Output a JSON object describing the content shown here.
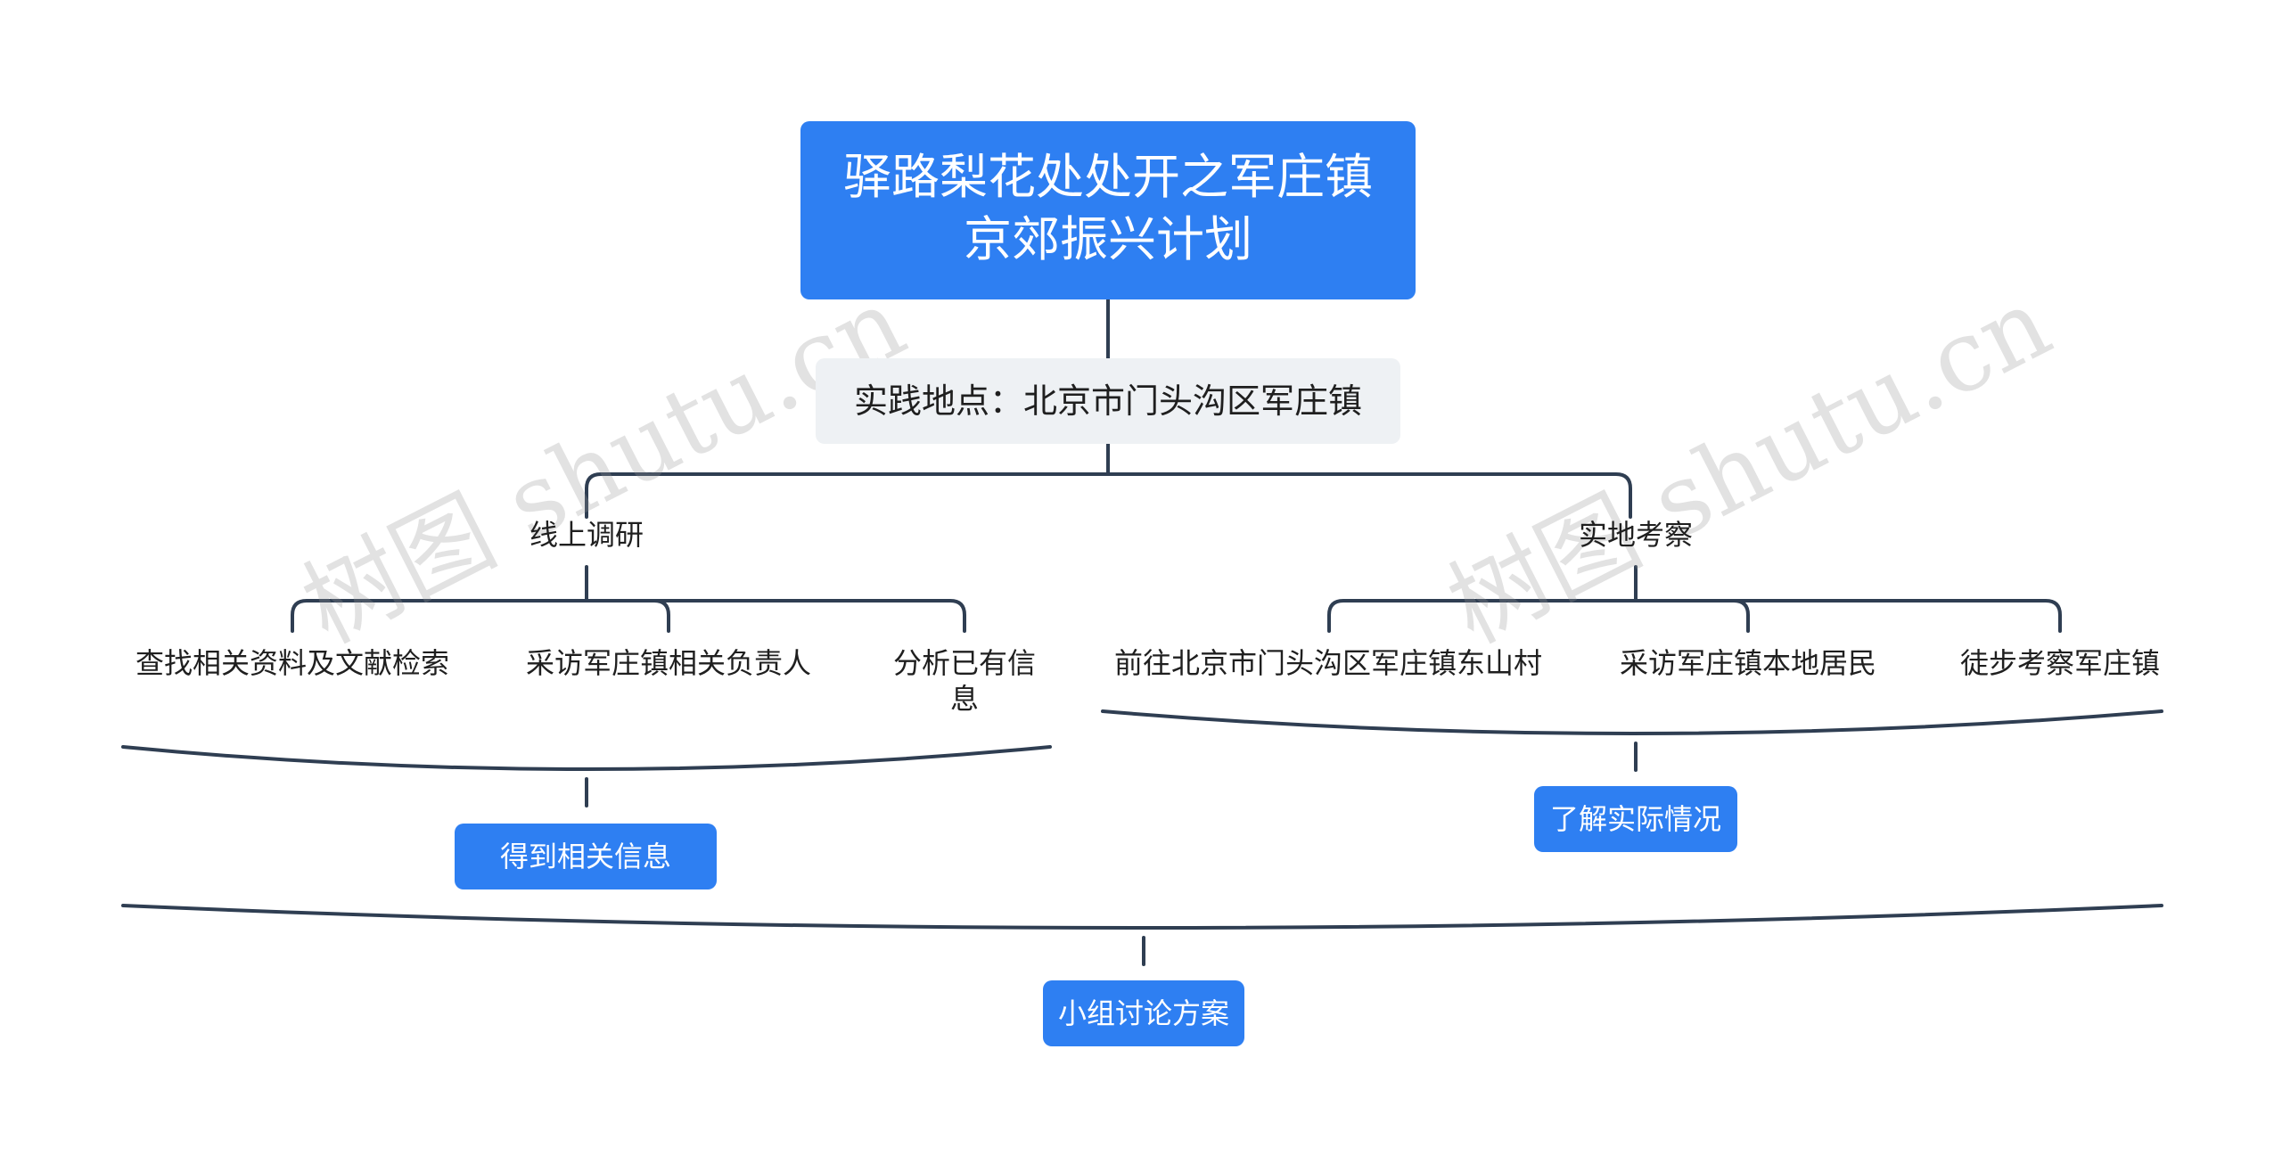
{
  "root": {
    "line1": "驿路梨花处处开之军庄镇",
    "line2": "京郊振兴计划"
  },
  "location": "实践地点：北京市门头沟区军庄镇",
  "branches": {
    "online": {
      "label": "线上调研",
      "leaves": [
        "查找相关资料及文献检索",
        "采访军庄镇相关负责人",
        "分析已有信",
        "息"
      ],
      "summary": "得到相关信息"
    },
    "field": {
      "label": "实地考察",
      "leaves": [
        "前往北京市门头沟区军庄镇东山村",
        "采访军庄镇本地居民",
        "徒步考察军庄镇"
      ],
      "summary": "了解实际情况"
    }
  },
  "final_summary": "小组讨论方案",
  "watermarks": [
    "树图 shutu.cn",
    "树图 shutu.cn"
  ],
  "colors": {
    "accent": "#2e7ff2",
    "line": "#2f3e52",
    "location_bg": "#eef1f4"
  }
}
